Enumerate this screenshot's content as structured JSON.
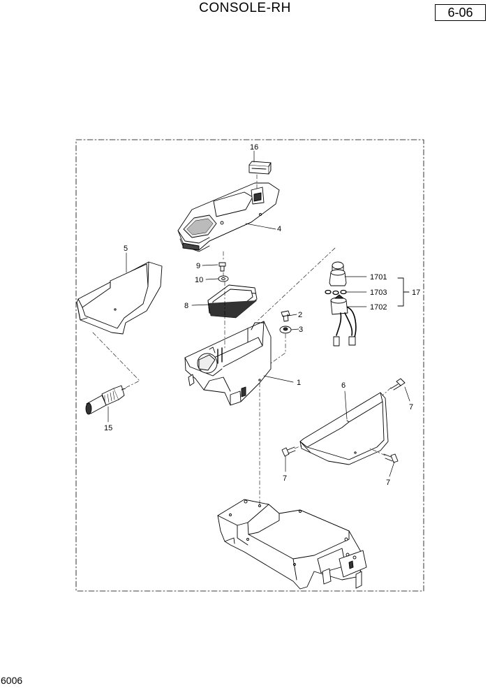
{
  "header": {
    "title": "CONSOLE-RH",
    "page_number": "6-06"
  },
  "footer": {
    "doc_code": "6006"
  },
  "callouts": {
    "c1": "1",
    "c2": "2",
    "c3": "3",
    "c4": "4",
    "c5": "5",
    "c6": "6",
    "c7a": "7",
    "c7b": "7",
    "c7c": "7",
    "c8": "8",
    "c9": "9",
    "c10": "10",
    "c15": "15",
    "c16": "16",
    "c17": "17",
    "c1701": "1701",
    "c1702": "1702",
    "c1703": "1703"
  }
}
